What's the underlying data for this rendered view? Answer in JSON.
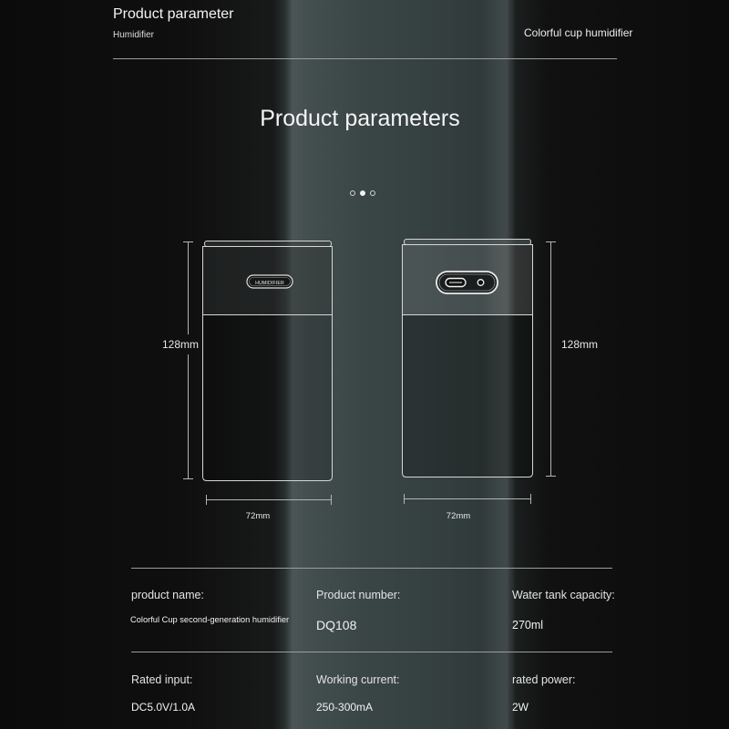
{
  "header": {
    "title": "Product parameter",
    "subtitle": "Humidifier",
    "right_text": "Colorful cup humidifier"
  },
  "section_title": "Product parameters",
  "pager": {
    "dots": [
      {
        "active": false
      },
      {
        "active": true
      },
      {
        "active": false
      }
    ]
  },
  "products": {
    "front": {
      "badge_text": "HUMIDIFIER",
      "height_label": "128mm",
      "width_label": "72mm",
      "icons": [
        "humidifier-badge-icon"
      ]
    },
    "back": {
      "height_label": "128mm",
      "width_label": "72mm",
      "icons": [
        "usb-c-port-icon",
        "indicator-hole-icon"
      ]
    }
  },
  "specs": {
    "rows": [
      [
        {
          "label": "product name:",
          "value": "Colorful Cup second-generation humidifier"
        },
        {
          "label": "Product number:",
          "value": "DQ108"
        },
        {
          "label": "Water tank capacity:",
          "value": "270ml"
        }
      ],
      [
        {
          "label": "Rated input:",
          "value": "DC5.0V/1.0A"
        },
        {
          "label": "Working current:",
          "value": "250-300mA"
        },
        {
          "label": "rated power:",
          "value": "2W"
        }
      ]
    ]
  },
  "colors": {
    "background": "#0b0b0b",
    "band": "#3a4545",
    "text": "#f2f2f2",
    "rule": "#9c9c9c",
    "outline": "#d6d6d6"
  }
}
